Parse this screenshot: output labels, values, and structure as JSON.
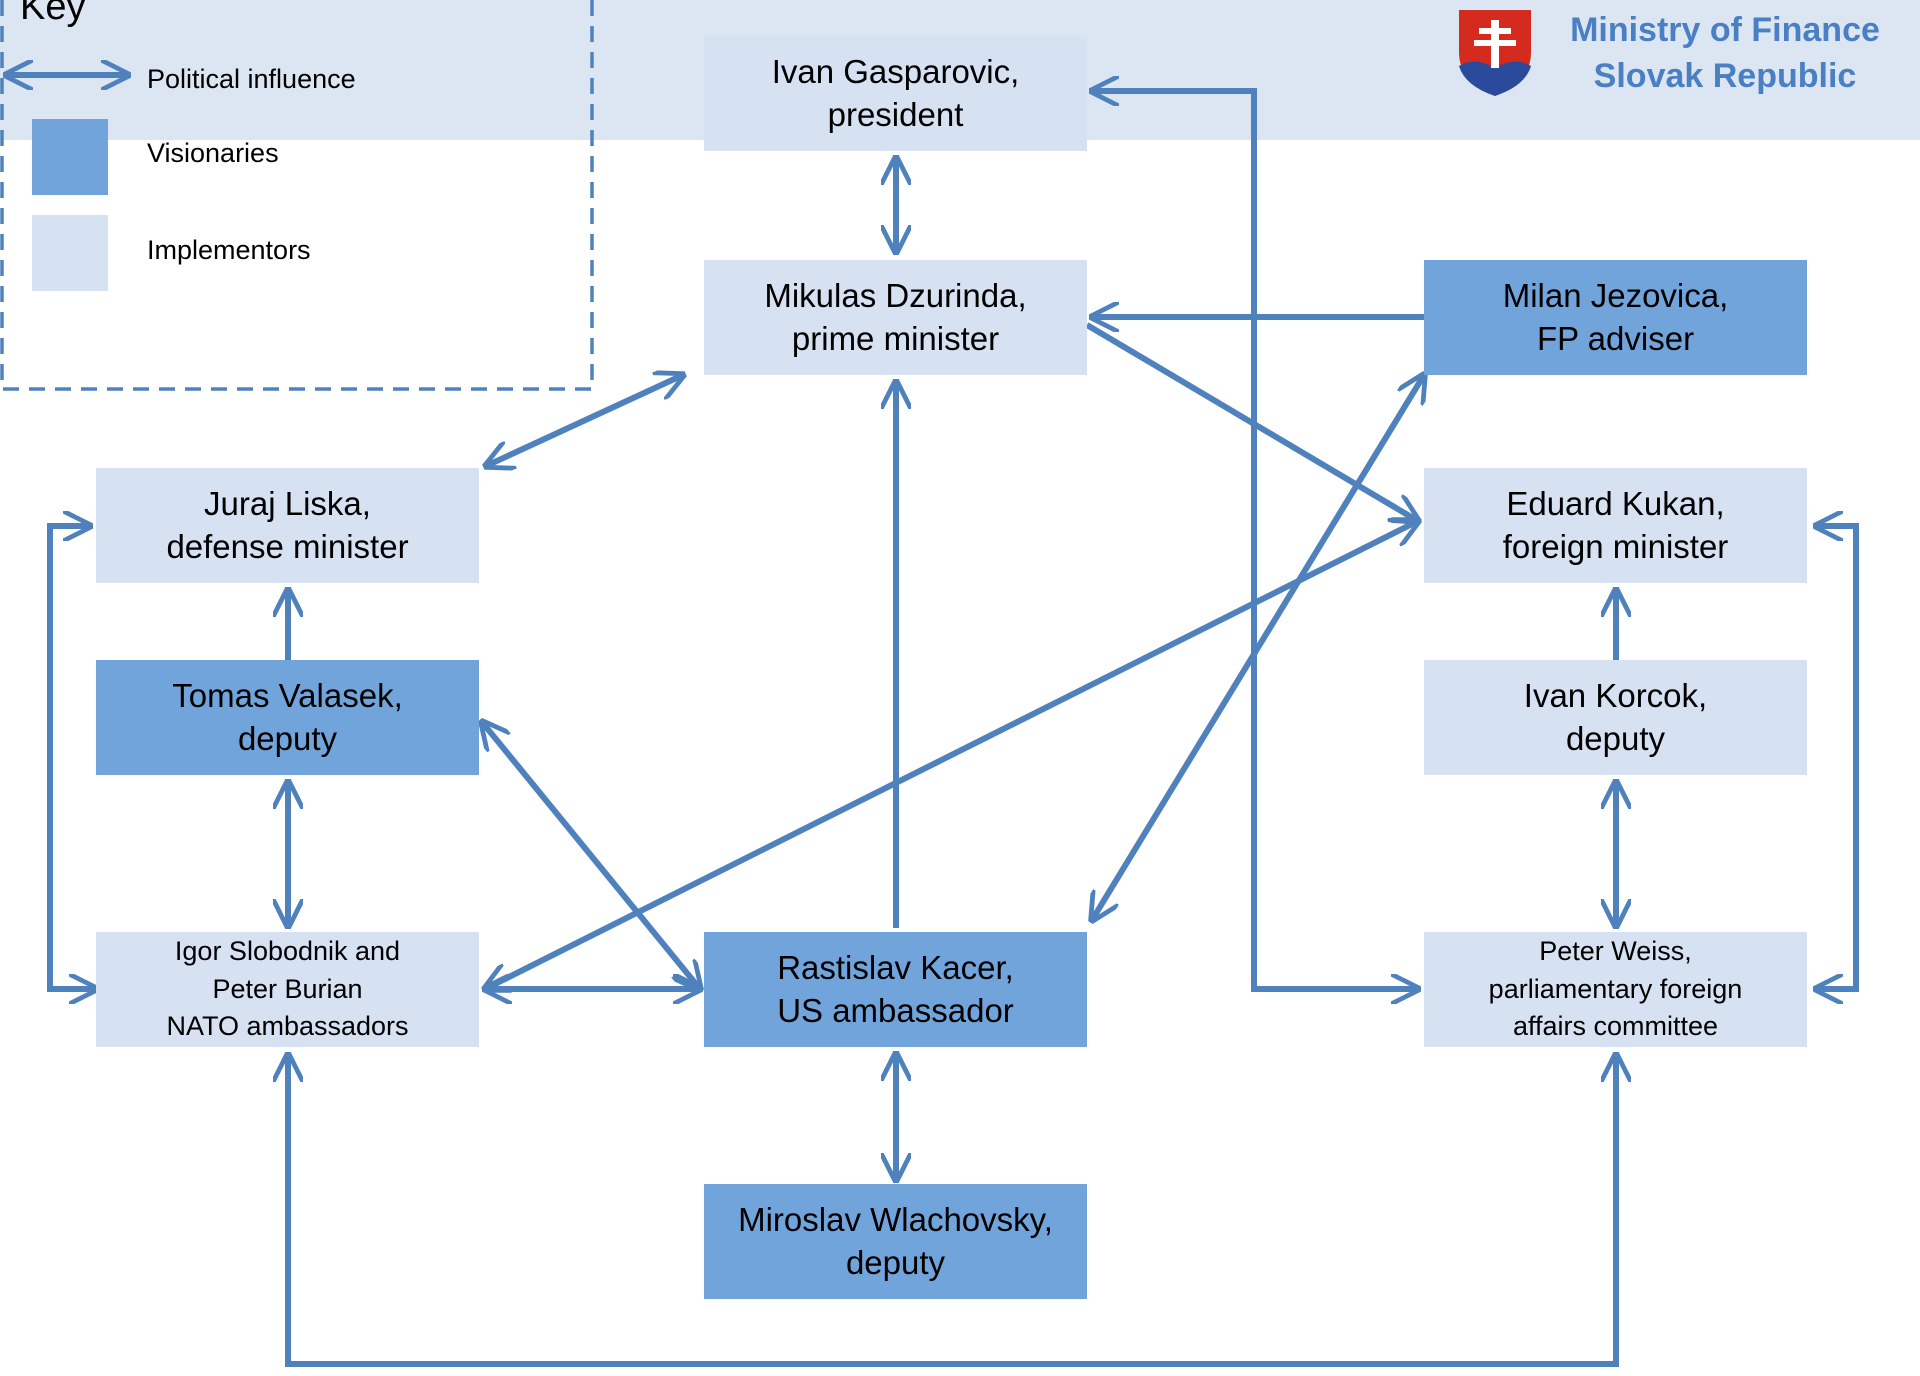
{
  "header": {
    "ministry_name": "Ministry of Finance\nSlovak Republic"
  },
  "legend": {
    "title": "Key",
    "political_influence": "Political influence",
    "visionaries": "Visionaries",
    "implementors": "Implementors"
  },
  "colors": {
    "visionaries": "#72a4dc",
    "implementors": "#d6e1f2",
    "arrows": "#4f81bd",
    "band": "#dce6f2"
  },
  "nodes": {
    "gasparovic": {
      "label": "Ivan Gasparovic,\npresident",
      "role": "implementor"
    },
    "dzurinda": {
      "label": "Mikulas Dzurinda,\nprime minister",
      "role": "implementor"
    },
    "jezovica": {
      "label": "Milan Jezovica,\nFP adviser",
      "role": "visionary"
    },
    "liska": {
      "label": "Juraj Liska,\ndefense minister",
      "role": "implementor"
    },
    "kukan": {
      "label": "Eduard Kukan,\nforeign minister",
      "role": "implementor"
    },
    "valasek": {
      "label": "Tomas Valasek,\ndeputy",
      "role": "visionary"
    },
    "korcok": {
      "label": "Ivan Korcok,\ndeputy",
      "role": "implementor"
    },
    "nato": {
      "label": "Igor Slobodnik and\nPeter Burian\nNATO ambassadors",
      "role": "implementor"
    },
    "kacer": {
      "label": "Rastislav Kacer,\nUS ambassador",
      "role": "visionary"
    },
    "weiss": {
      "label": "Peter Weiss,\nparliamentary foreign\naffairs committee",
      "role": "implementor"
    },
    "wlachovsky": {
      "label": "Miroslav Wlachovsky,\ndeputy",
      "role": "visionary"
    }
  },
  "edges": [
    {
      "from": "gasparovic",
      "to": "dzurinda",
      "direction": "both"
    },
    {
      "from": "dzurinda",
      "to": "liska",
      "direction": "both"
    },
    {
      "from": "jezovica",
      "to": "dzurinda",
      "direction": "forward"
    },
    {
      "from": "dzurinda",
      "to": "kukan",
      "direction": "forward"
    },
    {
      "from": "kacer",
      "to": "dzurinda",
      "direction": "forward"
    },
    {
      "from": "jezovica",
      "to": "kacer",
      "direction": "both"
    },
    {
      "from": "gasparovic",
      "to": "weiss",
      "direction": "both"
    },
    {
      "from": "valasek",
      "to": "liska",
      "direction": "forward"
    },
    {
      "from": "valasek",
      "to": "nato",
      "direction": "both"
    },
    {
      "from": "nato",
      "to": "liska",
      "direction": "both"
    },
    {
      "from": "valasek",
      "to": "kacer",
      "direction": "both"
    },
    {
      "from": "kukan",
      "to": "nato",
      "direction": "both"
    },
    {
      "from": "nato",
      "to": "kacer",
      "direction": "both"
    },
    {
      "from": "kacer",
      "to": "wlachovsky",
      "direction": "both"
    },
    {
      "from": "korcok",
      "to": "kukan",
      "direction": "forward"
    },
    {
      "from": "korcok",
      "to": "weiss",
      "direction": "both"
    },
    {
      "from": "weiss",
      "to": "kukan",
      "direction": "both"
    },
    {
      "from": "nato",
      "to": "weiss",
      "direction": "both"
    }
  ]
}
